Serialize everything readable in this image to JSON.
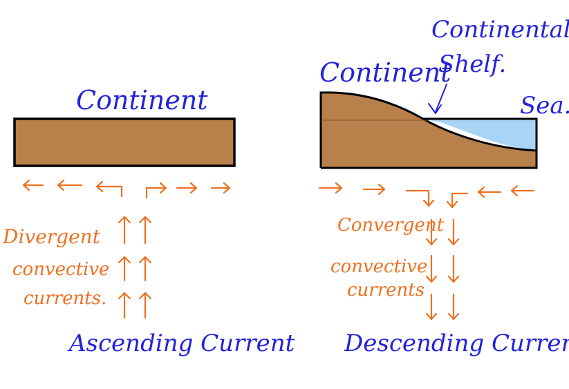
{
  "colors": {
    "land": "#b8804a",
    "sea": "#aad4f5",
    "outline": "#000000",
    "label_blue": "#2222dd",
    "arrow_orange": "#f07020"
  },
  "left_panel": {
    "continent_label": "Continent",
    "divergent_label_line1": "Divergent",
    "divergent_label_line2": "convective",
    "divergent_label_line3": "currents.",
    "ascending_label": "Ascending Current"
  },
  "right_panel": {
    "continent_label": "Continent",
    "shelf_label_line1": "Continental",
    "shelf_label_line2": "Shelf.",
    "sea_label": "Sea.",
    "convergent_label_line1": "Convergent",
    "convergent_label_line2": "convective",
    "convergent_label_line3": "currents",
    "descending_label": "Descending Current"
  }
}
